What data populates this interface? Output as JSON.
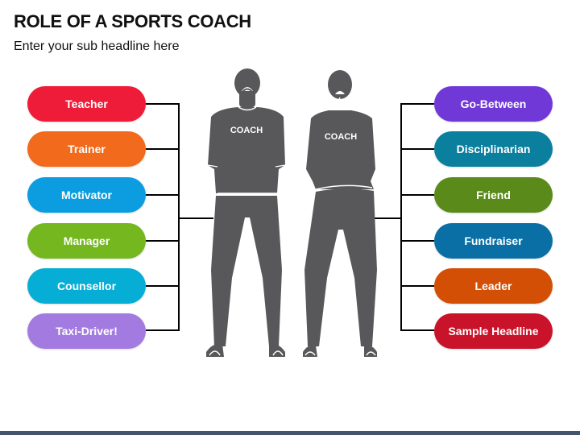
{
  "header": {
    "title": "ROLE OF A SPORTS COACH",
    "subtitle": "Enter your sub headline here"
  },
  "figures": {
    "male_shirt_label": "COACH",
    "female_shirt_label": "COACH",
    "figure_color": "#58575a"
  },
  "left_roles": [
    {
      "label": "Teacher",
      "color": "#ee1c38"
    },
    {
      "label": "Trainer",
      "color": "#f26a1b"
    },
    {
      "label": "Motivator",
      "color": "#0b9ddf"
    },
    {
      "label": "Manager",
      "color": "#74b71f"
    },
    {
      "label": "Counsellor",
      "color": "#06aed6"
    },
    {
      "label": "Taxi-Driver!",
      "color": "#a37be0"
    }
  ],
  "right_roles": [
    {
      "label": "Go-Between",
      "color": "#7138d8"
    },
    {
      "label": "Disciplinarian",
      "color": "#0b7f9e"
    },
    {
      "label": "Friend",
      "color": "#5a8a1a"
    },
    {
      "label": "Fundraiser",
      "color": "#0a6fa5"
    },
    {
      "label": "Leader",
      "color": "#d34f06"
    },
    {
      "label": "Sample Headline",
      "color": "#c9132a"
    }
  ],
  "footer": {
    "color": "#44546a"
  }
}
